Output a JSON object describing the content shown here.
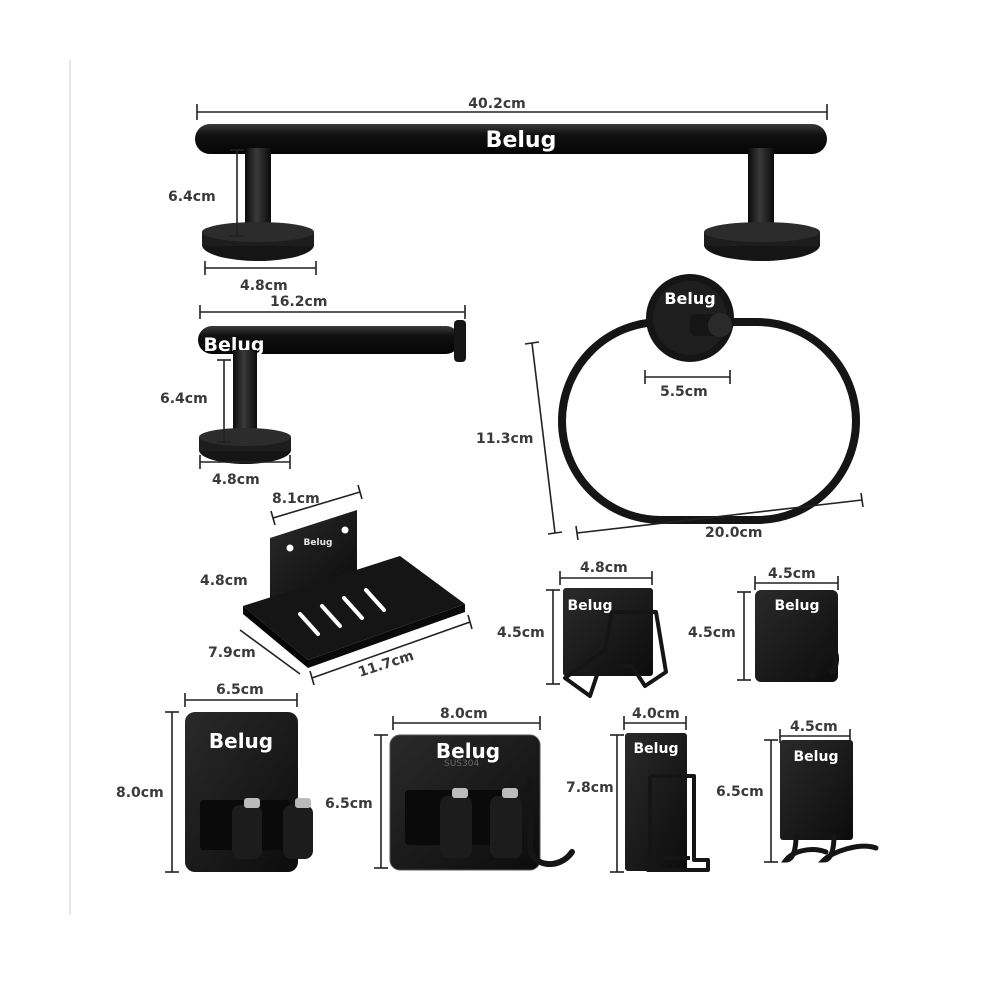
{
  "brand": "Belug",
  "plate_stamp": "SUS304",
  "products": {
    "towel_bar": {
      "length": "40.2cm",
      "height": "6.4cm",
      "base": "4.8cm"
    },
    "paper_holder": {
      "length": "16.2cm",
      "height": "6.4cm",
      "base": "4.8cm"
    },
    "towel_ring": {
      "height": "11.3cm",
      "width": "20.0cm",
      "mount": "5.5cm"
    },
    "soap_dish": {
      "back_width": "8.1cm",
      "back_height": "4.8cm",
      "depth": "7.9cm",
      "width": "11.7cm"
    },
    "sponge_holder": {
      "width": "4.8cm",
      "height": "4.5cm"
    },
    "single_hook": {
      "width": "4.5cm",
      "height": "4.5cm"
    },
    "mop_holder": {
      "width": "6.5cm",
      "height": "8.0cm"
    },
    "mop_hook_holder": {
      "width": "8.0cm",
      "height": "6.5cm"
    },
    "razor_holder": {
      "width": "4.0cm",
      "height": "7.8cm"
    },
    "double_hook": {
      "width": "4.5cm",
      "height": "6.5cm"
    }
  },
  "colors": {
    "metal": "#151515",
    "background": "#ffffff",
    "label": "#3a3a3a"
  }
}
